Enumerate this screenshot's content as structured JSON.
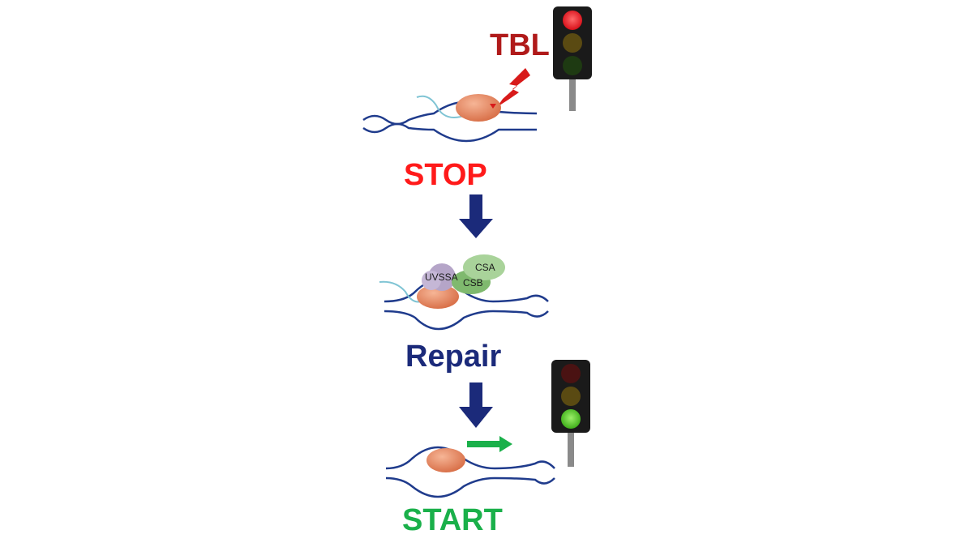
{
  "labels": {
    "tbl": "TBL",
    "stop": "STOP",
    "repair": "Repair",
    "start": "START"
  },
  "proteins": {
    "uvssa": "UVSSA",
    "csa": "CSA",
    "csb": "CSB"
  },
  "colors": {
    "tbl": "#b01a1a",
    "stop": "#ff1a1a",
    "repair": "#1b2a7a",
    "start": "#1ab04a",
    "dna": "#1f3b8c",
    "rna": "#7fc4d4",
    "polymerase": "#e8926a",
    "step_arrow": "#1b2a7a",
    "direction_arrow": "#1ab04a",
    "lightning": "#d81a1a",
    "uvssa": "#b5a5c8",
    "csa": "#a9d39a",
    "csb": "#7fb96e",
    "traffic_light_body": "#1a1a1a",
    "traffic_light_pole": "#8a8a8a"
  },
  "traffic_lights": {
    "top": {
      "active": "red"
    },
    "bottom": {
      "active": "green"
    }
  }
}
